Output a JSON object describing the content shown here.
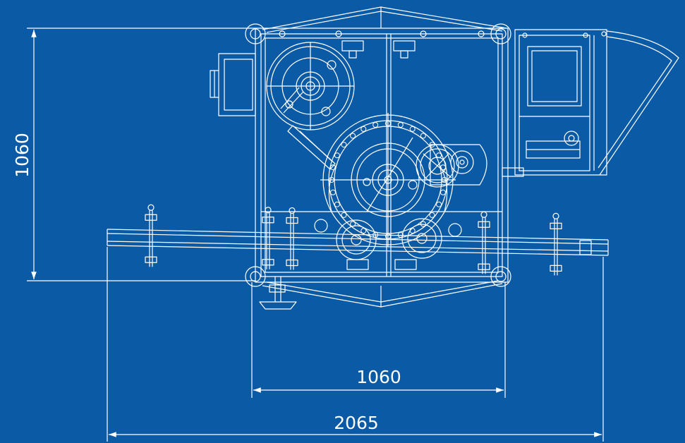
{
  "drawing": {
    "background_color": "#0b5aa6",
    "line_color": "#ffffff",
    "dimensions": {
      "vertical_height": "1060",
      "horizontal_frame_width": "1060",
      "overall_length": "2065"
    }
  }
}
